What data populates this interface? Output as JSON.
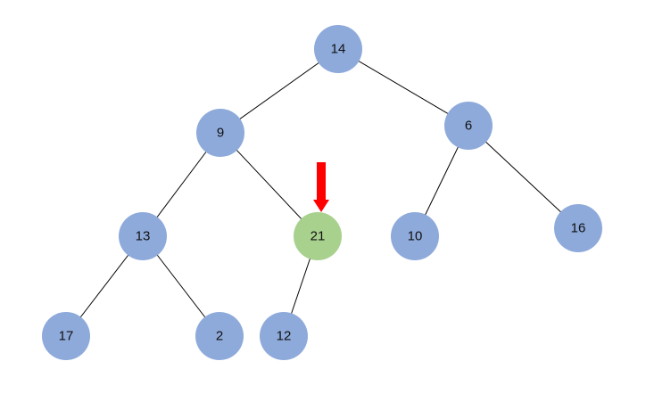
{
  "colors": {
    "node": "#8eaadb",
    "highlight": "#a9d18e",
    "arrow": "#ff0000",
    "edge": "#000000"
  },
  "highlighted_node": "n21",
  "arrow_icon": "down-arrow-icon",
  "nodes": [
    {
      "id": "n14",
      "label": "14"
    },
    {
      "id": "n9",
      "label": "9"
    },
    {
      "id": "n6",
      "label": "6"
    },
    {
      "id": "n13",
      "label": "13"
    },
    {
      "id": "n21",
      "label": "21"
    },
    {
      "id": "n10",
      "label": "10"
    },
    {
      "id": "n16",
      "label": "16"
    },
    {
      "id": "n17",
      "label": "17"
    },
    {
      "id": "n2",
      "label": "2"
    },
    {
      "id": "n12",
      "label": "12"
    }
  ],
  "edges": [
    {
      "from": "n14",
      "to": "n9"
    },
    {
      "from": "n14",
      "to": "n6"
    },
    {
      "from": "n9",
      "to": "n13"
    },
    {
      "from": "n9",
      "to": "n21"
    },
    {
      "from": "n6",
      "to": "n10"
    },
    {
      "from": "n6",
      "to": "n16"
    },
    {
      "from": "n13",
      "to": "n17"
    },
    {
      "from": "n13",
      "to": "n2"
    },
    {
      "from": "n21",
      "to": "n12"
    }
  ]
}
